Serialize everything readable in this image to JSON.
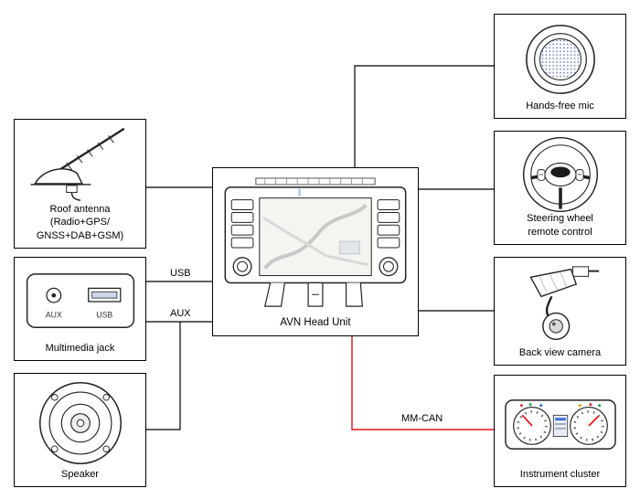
{
  "colors": {
    "wire": "#000000",
    "mmcan_wire": "#e8121a",
    "box_border": "#000000",
    "bluetooth": "#1467c8"
  },
  "icons": {
    "bluetooth_icon": "ᛒ"
  },
  "wire_labels": {
    "usb": "USB",
    "aux": "AUX",
    "mmcan": "MM-CAN"
  },
  "boxes": {
    "roof_antenna": {
      "lines": [
        "Roof antenna",
        "(Radio+GPS/",
        "GNSS+DAB+GSM)"
      ]
    },
    "multimedia_jack": {
      "label": "Multimedia jack",
      "aux_port_label": "AUX",
      "usb_port_label": "USB"
    },
    "speaker": {
      "label": "Speaker"
    },
    "head_unit": {
      "label": "AVN Head Unit"
    },
    "hands_free_mic": {
      "label": "Hands-free mic"
    },
    "steering_wheel_remote": {
      "lines": [
        "Steering wheel",
        "remote control"
      ]
    },
    "back_view_camera": {
      "label": "Back view camera"
    },
    "instrument_cluster": {
      "label": "Instrument cluster"
    }
  }
}
